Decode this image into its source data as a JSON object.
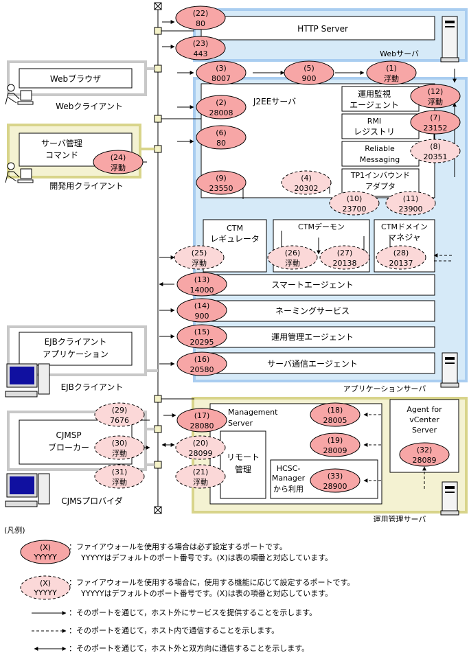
{
  "servers": {
    "http_server": "HTTP Server",
    "web_server": "Webサーバ",
    "j2ee_server": "J2EEサーバ",
    "monitor_agent_1": "運用監視",
    "monitor_agent_2": "エージェント",
    "rmi_1": "RMI",
    "rmi_2": "レジストリ",
    "reliable_1": "Reliable",
    "reliable_2": "Messaging",
    "tp1_1": "TP1インバウンド",
    "tp1_2": "アダプタ",
    "ctm_reg_1": "CTM",
    "ctm_reg_2": "レギュレータ",
    "ctm_daemon": "CTMデーモン",
    "ctm_domain_1": "CTMドメイン",
    "ctm_domain_2": "マネジャ",
    "smart_agent": "スマートエージェント",
    "naming": "ネーミングサービス",
    "ops_agent": "運用管理エージェント",
    "comm_agent": "サーバ通信エージェント",
    "app_server": "アプリケーションサーバ",
    "mgmt_server_1": "Management",
    "mgmt_server_2": "Server",
    "remote_1": "リモート",
    "remote_2": "管理",
    "hcsc_1": "HCSC-",
    "hcsc_2": "Manager",
    "hcsc_3": "から利用",
    "vcenter_1": "Agent for",
    "vcenter_2": "vCenter",
    "vcenter_3": "Server",
    "ops_server": "運用管理サーバ"
  },
  "clients": {
    "browser": "Webブラウザ",
    "web_client": "Webクライアント",
    "cmd_1": "サーバ管理",
    "cmd_2": "コマンド",
    "dev_client": "開発用クライアント",
    "ejb_app_1": "EJBクライアント",
    "ejb_app_2": "アプリケーション",
    "ejb_client": "EJBクライアント",
    "cjmsp_1": "CJMSP",
    "cjmsp_2": "ブローカー",
    "cjms_provider": "CJMSプロバイダ"
  },
  "ports": [
    {
      "id": "p22",
      "num": "(22)",
      "port": "80",
      "kind": "required"
    },
    {
      "id": "p23",
      "num": "(23)",
      "port": "443",
      "kind": "required"
    },
    {
      "id": "p3",
      "num": "(3)",
      "port": "8007",
      "kind": "required"
    },
    {
      "id": "p5",
      "num": "(5)",
      "port": "900",
      "kind": "required"
    },
    {
      "id": "p1",
      "num": "(1)",
      "port": "浮動",
      "kind": "required"
    },
    {
      "id": "p12",
      "num": "(12)",
      "port": "浮動",
      "kind": "required"
    },
    {
      "id": "p2",
      "num": "(2)",
      "port": "28008",
      "kind": "required"
    },
    {
      "id": "p7",
      "num": "(7)",
      "port": "23152",
      "kind": "required"
    },
    {
      "id": "p6",
      "num": "(6)",
      "port": "80",
      "kind": "required"
    },
    {
      "id": "p8",
      "num": "(8)",
      "port": "20351",
      "kind": "optional"
    },
    {
      "id": "p24",
      "num": "(24)",
      "port": "浮動",
      "kind": "required"
    },
    {
      "id": "p9",
      "num": "(9)",
      "port": "23550",
      "kind": "required"
    },
    {
      "id": "p4",
      "num": "(4)",
      "port": "20302",
      "kind": "optional"
    },
    {
      "id": "p10",
      "num": "(10)",
      "port": "23700",
      "kind": "optional"
    },
    {
      "id": "p11",
      "num": "(11)",
      "port": "23900",
      "kind": "optional"
    },
    {
      "id": "p25",
      "num": "(25)",
      "port": "浮動",
      "kind": "optional"
    },
    {
      "id": "p26",
      "num": "(26)",
      "port": "浮動",
      "kind": "optional"
    },
    {
      "id": "p27",
      "num": "(27)",
      "port": "20138",
      "kind": "optional"
    },
    {
      "id": "p28",
      "num": "(28)",
      "port": "20137",
      "kind": "optional"
    },
    {
      "id": "p13",
      "num": "(13)",
      "port": "14000",
      "kind": "required"
    },
    {
      "id": "p14",
      "num": "(14)",
      "port": "900",
      "kind": "required"
    },
    {
      "id": "p15",
      "num": "(15)",
      "port": "20295",
      "kind": "required"
    },
    {
      "id": "p16",
      "num": "(16)",
      "port": "20580",
      "kind": "required"
    },
    {
      "id": "p29",
      "num": "(29)",
      "port": "7676",
      "kind": "optional"
    },
    {
      "id": "p17",
      "num": "(17)",
      "port": "28080",
      "kind": "required"
    },
    {
      "id": "p18",
      "num": "(18)",
      "port": "28005",
      "kind": "required"
    },
    {
      "id": "p30",
      "num": "(30)",
      "port": "浮動",
      "kind": "optional"
    },
    {
      "id": "p20",
      "num": "(20)",
      "port": "28099",
      "kind": "optional"
    },
    {
      "id": "p19",
      "num": "(19)",
      "port": "28009",
      "kind": "required"
    },
    {
      "id": "p32",
      "num": "(32)",
      "port": "28089",
      "kind": "required"
    },
    {
      "id": "p31",
      "num": "(31)",
      "port": "浮動",
      "kind": "optional"
    },
    {
      "id": "p21",
      "num": "(21)",
      "port": "浮動",
      "kind": "optional"
    },
    {
      "id": "p33",
      "num": "(33)",
      "port": "28900",
      "kind": "required"
    }
  ],
  "legend": {
    "title": "(凡例)",
    "sample_num": "(X)",
    "sample_port": "YYYYY",
    "required_1": "：ファイアウォールを使用する場合は必ず設定するポートです。",
    "required_2": "YYYYYはデフォルトのポート番号です。(X)は表の項番と対応しています。",
    "optional_1": "：ファイアウォールを使用する場合に，使用する機能に応じて設定するポートです。",
    "optional_2": "YYYYYはデフォルトのポート番号です。(X)は表の項番と対応しています。",
    "arrow_out": "：そのポートを通じて，ホスト外にサービスを提供することを示します。",
    "arrow_dashed": "：そのポートを通じて，ホスト内で通信することを示します。",
    "arrow_both": "：そのポートを通じて，ホスト外と双方向に通信することを示します。"
  },
  "colors": {
    "required_fill": "#f7a6a6",
    "optional_fill": "#fbd8d8",
    "app_bg": "#d6eaf8",
    "app_border": "#a9cdf0",
    "ops_bg": "#f4f2d2",
    "ops_border": "#d8d48a",
    "client_border": "#c8c8c8"
  }
}
